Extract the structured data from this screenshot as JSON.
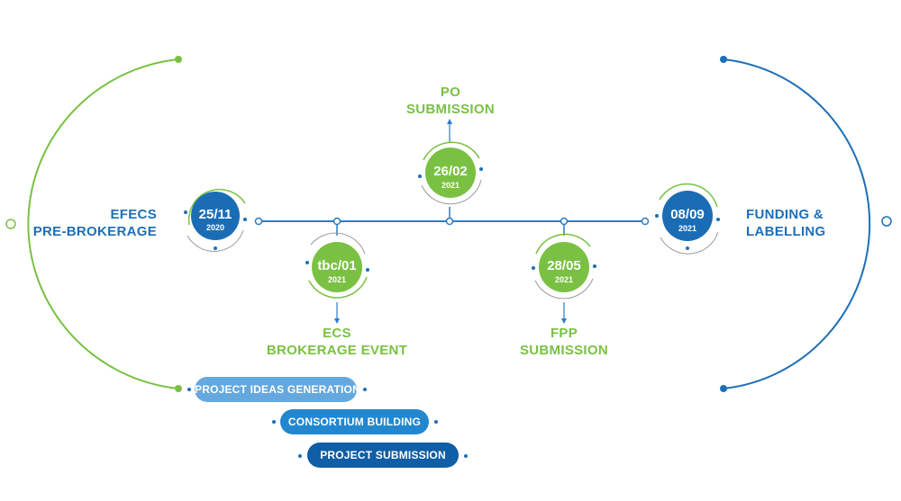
{
  "milestones": [
    {
      "date": "25/11",
      "year": "2020",
      "label_lines": [
        "EFECS",
        "PRE-BROKERAGE"
      ],
      "color": "#1a6db5"
    },
    {
      "date": "tbc/01",
      "year": "2021",
      "label_lines": [
        "ECS",
        "BROKERAGE EVENT"
      ],
      "color": "#7ac143"
    },
    {
      "date": "26/02",
      "year": "2021",
      "label_lines": [
        "PO",
        "SUBMISSION"
      ],
      "color": "#7ac143"
    },
    {
      "date": "28/05",
      "year": "2021",
      "label_lines": [
        "FPP",
        "SUBMISSION"
      ],
      "color": "#7ac143"
    },
    {
      "date": "08/09",
      "year": "2021",
      "label_lines": [
        "FUNDING &",
        "LABELLING"
      ],
      "color": "#1a6db5"
    }
  ],
  "phases": [
    {
      "label": "PROJECT IDEAS GENERATION",
      "color": "#64a8df"
    },
    {
      "label": "CONSORTIUM BUILDING",
      "color": "#2387cf"
    },
    {
      "label": "PROJECT SUBMISSION",
      "color": "#0f5ea6"
    }
  ],
  "colors": {
    "green": "#7ac143",
    "blue": "#1d6fb8",
    "timeline": "#2b7cc4"
  }
}
